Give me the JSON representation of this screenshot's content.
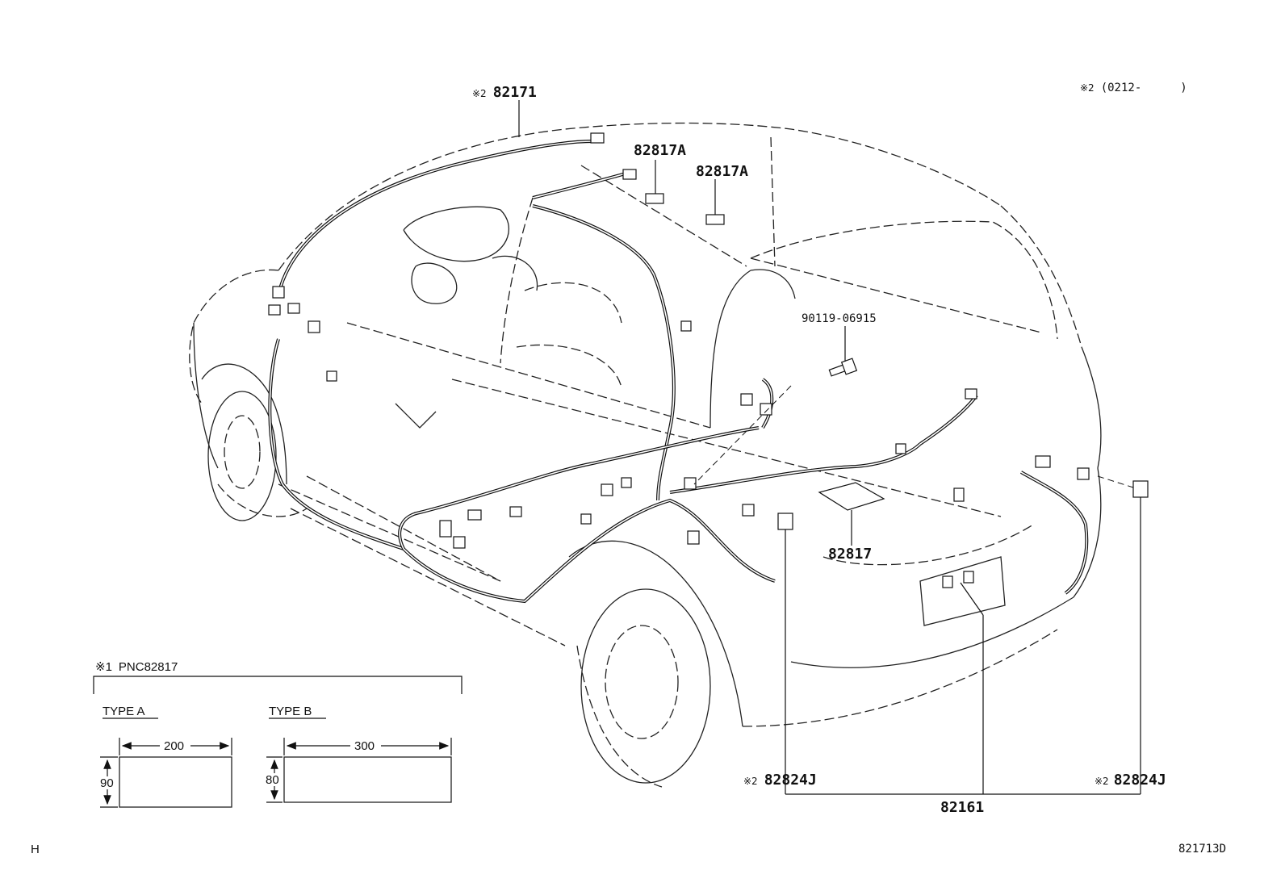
{
  "parts": {
    "roof_harness": {
      "mark": "※2",
      "number": "82171"
    },
    "clamp_a1": "82817A",
    "clamp_a2": "82817A",
    "bolt": "90119-06915",
    "floor_pad": "82817",
    "tail_connector_left": {
      "mark": "※2",
      "number": "82824J"
    },
    "tail_connector_right": {
      "mark": "※2",
      "number": "82824J"
    },
    "floor_harness": "82161"
  },
  "note_period": {
    "mark": "※2",
    "text": "(0212-",
    "close": ")"
  },
  "inset": {
    "mark": "※1",
    "title": "PNC82817",
    "type_a": {
      "label": "TYPE A",
      "width": "200",
      "height": "90"
    },
    "type_b": {
      "label": "TYPE B",
      "width": "300",
      "height": "80"
    }
  },
  "footer": {
    "left": "H",
    "right": "821713D"
  }
}
